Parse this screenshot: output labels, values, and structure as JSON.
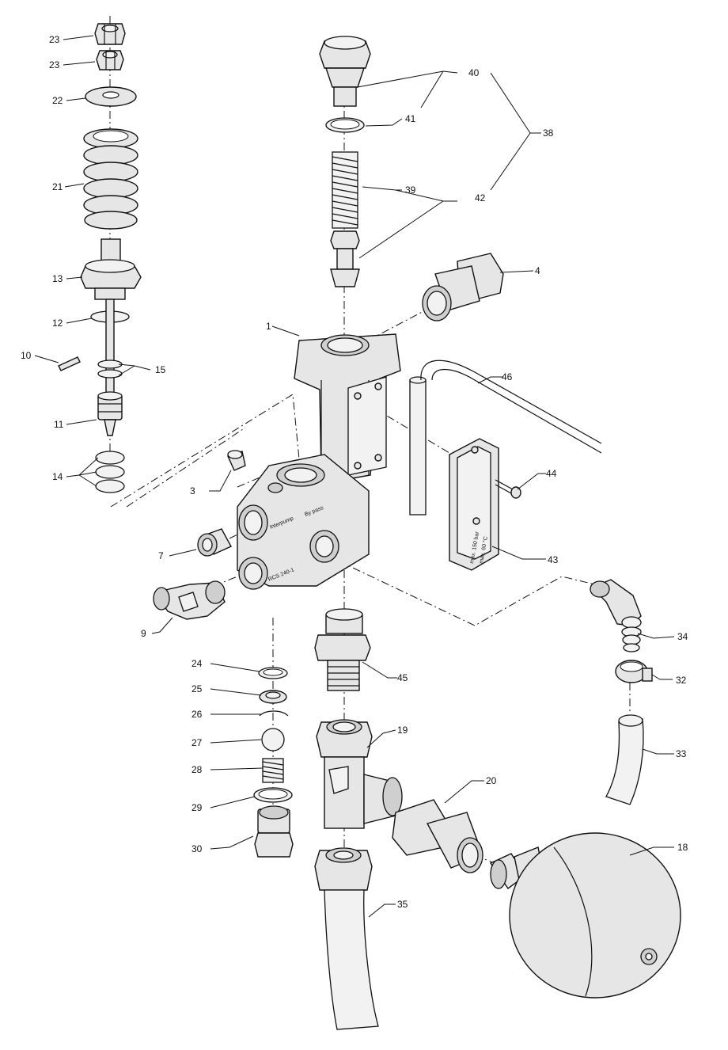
{
  "diagram": {
    "labels": {
      "l1": "1",
      "l3": "3",
      "l4": "4",
      "l7": "7",
      "l9": "9",
      "l10": "10",
      "l11": "11",
      "l12": "12",
      "l13": "13",
      "l14": "14",
      "l15": "15",
      "l18": "18",
      "l19": "19",
      "l20": "20",
      "l21": "21",
      "l22": "22",
      "l23a": "23",
      "l23b": "23",
      "l24": "24",
      "l25": "25",
      "l26": "26",
      "l27": "27",
      "l28": "28",
      "l29": "29",
      "l30": "30",
      "l32": "32",
      "l33": "33",
      "l34": "34",
      "l35": "35",
      "l38": "38",
      "l39": "39",
      "l40": "40",
      "l41": "41",
      "l42": "42",
      "l43": "43",
      "l44": "44",
      "l45": "45",
      "l46": "46"
    },
    "part_markings": {
      "body_text_1": "Interpump",
      "body_text_2": "By pass",
      "body_text_3": "RCS 240-1",
      "switch_text_1": "max. 150 bar",
      "switch_text_2": "max. 60 °C"
    }
  }
}
